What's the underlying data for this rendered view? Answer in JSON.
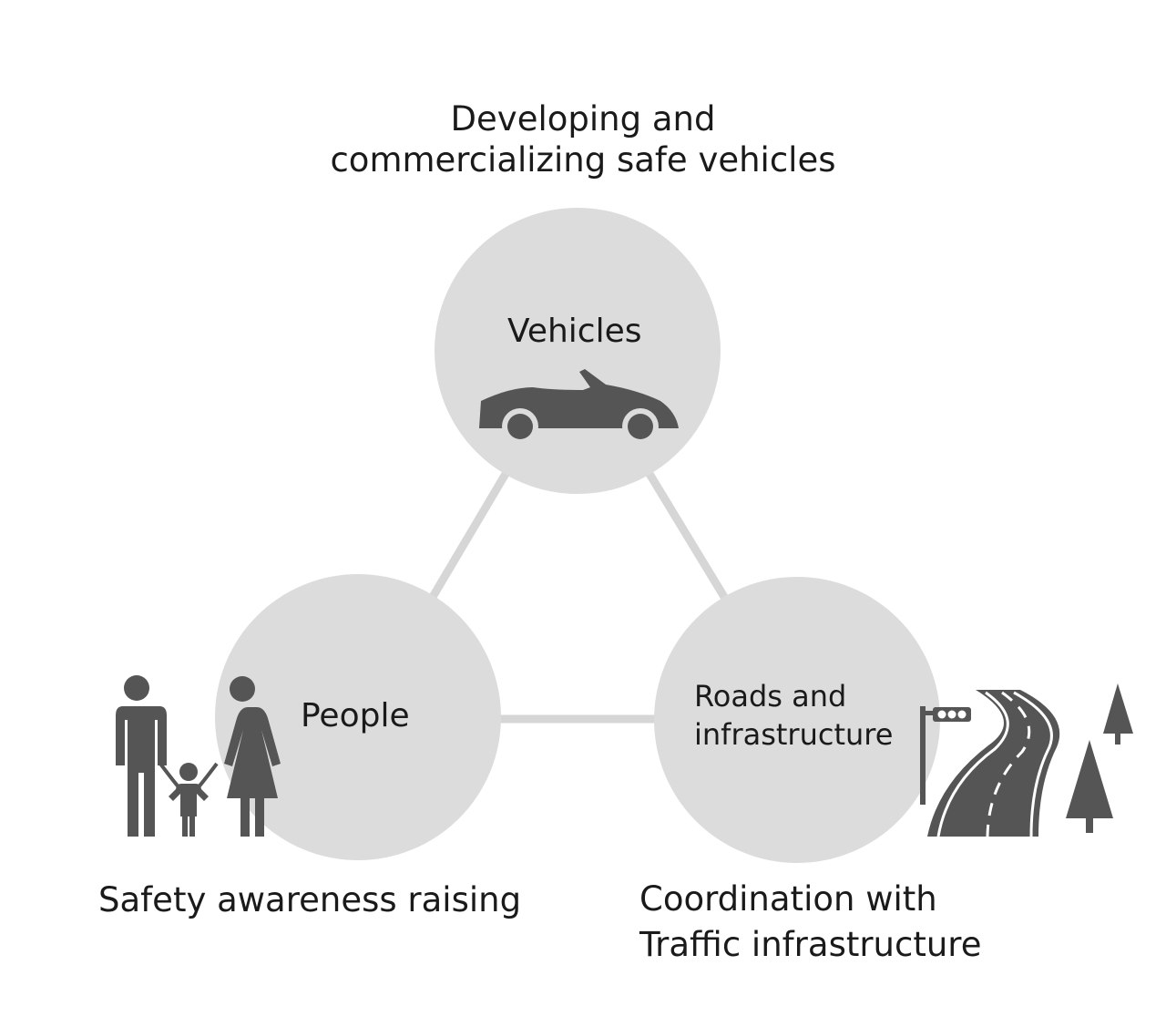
{
  "title_top": {
    "line1": "Developing and",
    "line2": "commercializing safe vehicles"
  },
  "nodes": {
    "vehicles": {
      "label": "Vehicles",
      "icon": "car-icon"
    },
    "people": {
      "label": "People",
      "icon": "family-icon"
    },
    "roads": {
      "label_line1": "Roads and",
      "label_line2": "infrastructure",
      "icon": "road-icon"
    }
  },
  "caption_people": "Safety awareness raising",
  "caption_roads": {
    "line1": "Coordination with",
    "line2": "Traffic infrastructure"
  },
  "colors": {
    "circle": "#dcdcdc",
    "link": "#d6d6d6",
    "icon": "#555555"
  }
}
